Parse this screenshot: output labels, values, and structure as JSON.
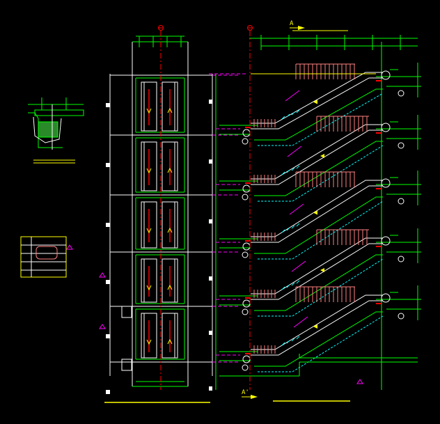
{
  "colors": {
    "background": "#000000",
    "structure": "#00ff00",
    "truss": "#ffffff",
    "railing": "#ff8080",
    "axis": "#ff0000",
    "dimension": "#ffff00",
    "hidden": "#ff00ff",
    "annotation": "#00ffff",
    "marker": "#ff00ff"
  },
  "icons": {
    "axis_bubble": "circle-with-cross",
    "section_marker": "arrow-right",
    "level_marker": "triangle-outline"
  },
  "labels": {
    "section_top": "A",
    "section_bottom": "A'"
  },
  "floors": {
    "count": 6,
    "escalator_flights": 5
  }
}
